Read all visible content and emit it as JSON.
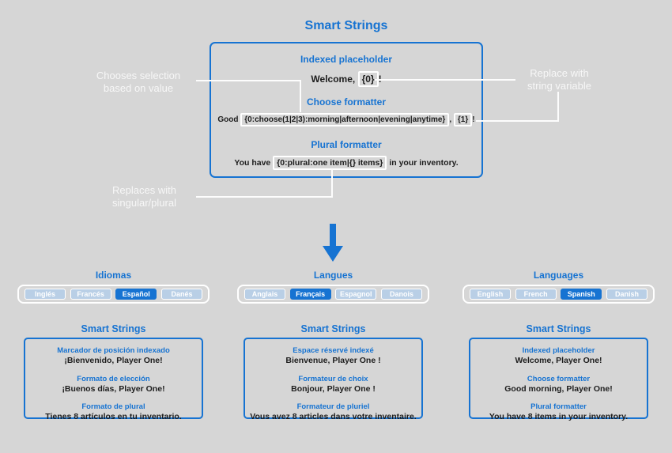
{
  "page": {
    "title": "Smart Strings",
    "background_color": "#d6d6d6",
    "accent_blue": "#1673d2",
    "button_unselected_blue": "#b9cfe6",
    "down_arrow_icon": "down-arrow"
  },
  "main_box": {
    "sections": [
      {
        "label": "Indexed placeholder",
        "pre": "Welcome, ",
        "box1": "{0}",
        "post": "!"
      },
      {
        "label": "Choose formatter",
        "pre": "Good ",
        "box1": "{0:choose(1|2|3):morning|afternoon|evening|anytime}",
        "mid": ", ",
        "box2": "{1}",
        "post": "!"
      },
      {
        "label": "Plural formatter",
        "pre": "You have ",
        "box1": "{0:plural:one item|{} items}",
        "post": " in your inventory."
      }
    ]
  },
  "annotations": [
    {
      "line1": "Chooses selection",
      "line2": "based on value"
    },
    {
      "line1": "Replace with",
      "line2": "string variable"
    },
    {
      "line1": "Replaces with",
      "line2": "singular/plural"
    }
  ],
  "columns": [
    {
      "language_title": "Idiomas",
      "buttons": [
        {
          "label": "Inglés",
          "selected": false
        },
        {
          "label": "Francés",
          "selected": false
        },
        {
          "label": "Español",
          "selected": true
        },
        {
          "label": "Danés",
          "selected": false
        }
      ],
      "smart_strings_title": "Smart Strings",
      "entries": [
        {
          "label": "Marcador de posición indexado",
          "value": "¡Bienvenido, Player One!"
        },
        {
          "label": "Formato de elección",
          "value": "¡Buenos días, Player One!"
        },
        {
          "label": "Formato de plural",
          "value": "Tienes 8 artículos en tu inventario."
        }
      ]
    },
    {
      "language_title": "Langues",
      "buttons": [
        {
          "label": "Anglais",
          "selected": false
        },
        {
          "label": "Français",
          "selected": true
        },
        {
          "label": "Espagnol",
          "selected": false
        },
        {
          "label": "Danois",
          "selected": false
        }
      ],
      "smart_strings_title": "Smart Strings",
      "entries": [
        {
          "label": "Espace réservé indexé",
          "value": "Bienvenue, Player One !"
        },
        {
          "label": "Formateur de choix",
          "value": "Bonjour, Player One !"
        },
        {
          "label": "Formateur de pluriel",
          "value": "Vous avez 8 articles dans votre inventaire."
        }
      ]
    },
    {
      "language_title": "Languages",
      "buttons": [
        {
          "label": "English",
          "selected": false
        },
        {
          "label": "French",
          "selected": false
        },
        {
          "label": "Spanish",
          "selected": true
        },
        {
          "label": "Danish",
          "selected": false
        }
      ],
      "smart_strings_title": "Smart Strings",
      "entries": [
        {
          "label": "Indexed placeholder",
          "value": "Welcome, Player One!"
        },
        {
          "label": "Choose formatter",
          "value": "Good morning, Player One!"
        },
        {
          "label": "Plural formatter",
          "value": "You have 8 items in your inventory."
        }
      ]
    }
  ]
}
